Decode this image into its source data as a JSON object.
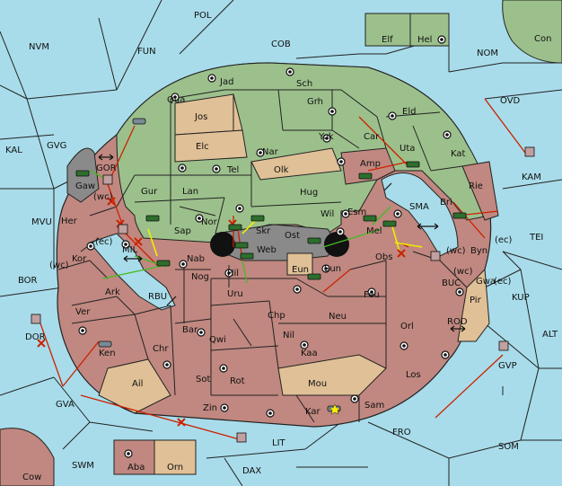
{
  "colors": {
    "sea": "#a8dcea",
    "green": "#9cc08c",
    "red": "#c08880",
    "neutral": "#e0c096",
    "gray": "#8a8a8a",
    "border": "#222222",
    "arrow_red": "#cc2200",
    "arrow_green": "#44bb22",
    "arrow_yellow": "#eeee00"
  },
  "sea_regions": [
    "POL",
    "NVM",
    "FUN",
    "COB",
    "NOM",
    "Con",
    "OVD",
    "KAL",
    "GVG",
    "KAM",
    "MVU",
    "TEI",
    "BOR",
    "KUP",
    "ALT",
    "BUC",
    "ROD",
    "GVP",
    "DOR",
    "GVA",
    "FRO",
    "SOM",
    "SWM",
    "LIT",
    "DAX",
    "Cow",
    "SMA",
    "RBU"
  ],
  "land_regions": [
    "Elf",
    "Hel",
    "Jad",
    "Sch",
    "Qua",
    "Jos",
    "Grh",
    "Eld",
    "Elc",
    "Nar",
    "Yok",
    "Car",
    "Uta",
    "Kat",
    "Tel",
    "Olk",
    "Gur",
    "Lan",
    "Hug",
    "Amp",
    "GOR",
    "Gaw",
    "Sap",
    "Nor",
    "Skr",
    "Ost",
    "Wil",
    "Esm",
    "Bri",
    "Rie",
    "Her",
    "Web",
    "Mel",
    "Obs",
    "Byn",
    "MIL",
    "Kor",
    "Nab",
    "Eun",
    "Sun",
    "Gwa",
    "Ark",
    "Nog",
    "Hil",
    "Uru",
    "Feu",
    "Pir",
    "Chp",
    "Neu",
    "Ver",
    "Bar",
    "Qwi",
    "Nil",
    "Orl",
    "Ken",
    "Chr",
    "Kaa",
    "Sot",
    "Rot",
    "Mou",
    "Los",
    "Ail",
    "Zin",
    "Kar",
    "Sam",
    "Aba",
    "Orn"
  ],
  "coast_markers": [
    "(wc)",
    "(ec)",
    "(wc)",
    "(wc)",
    "(ec)",
    "(wc)",
    "(ec)"
  ]
}
